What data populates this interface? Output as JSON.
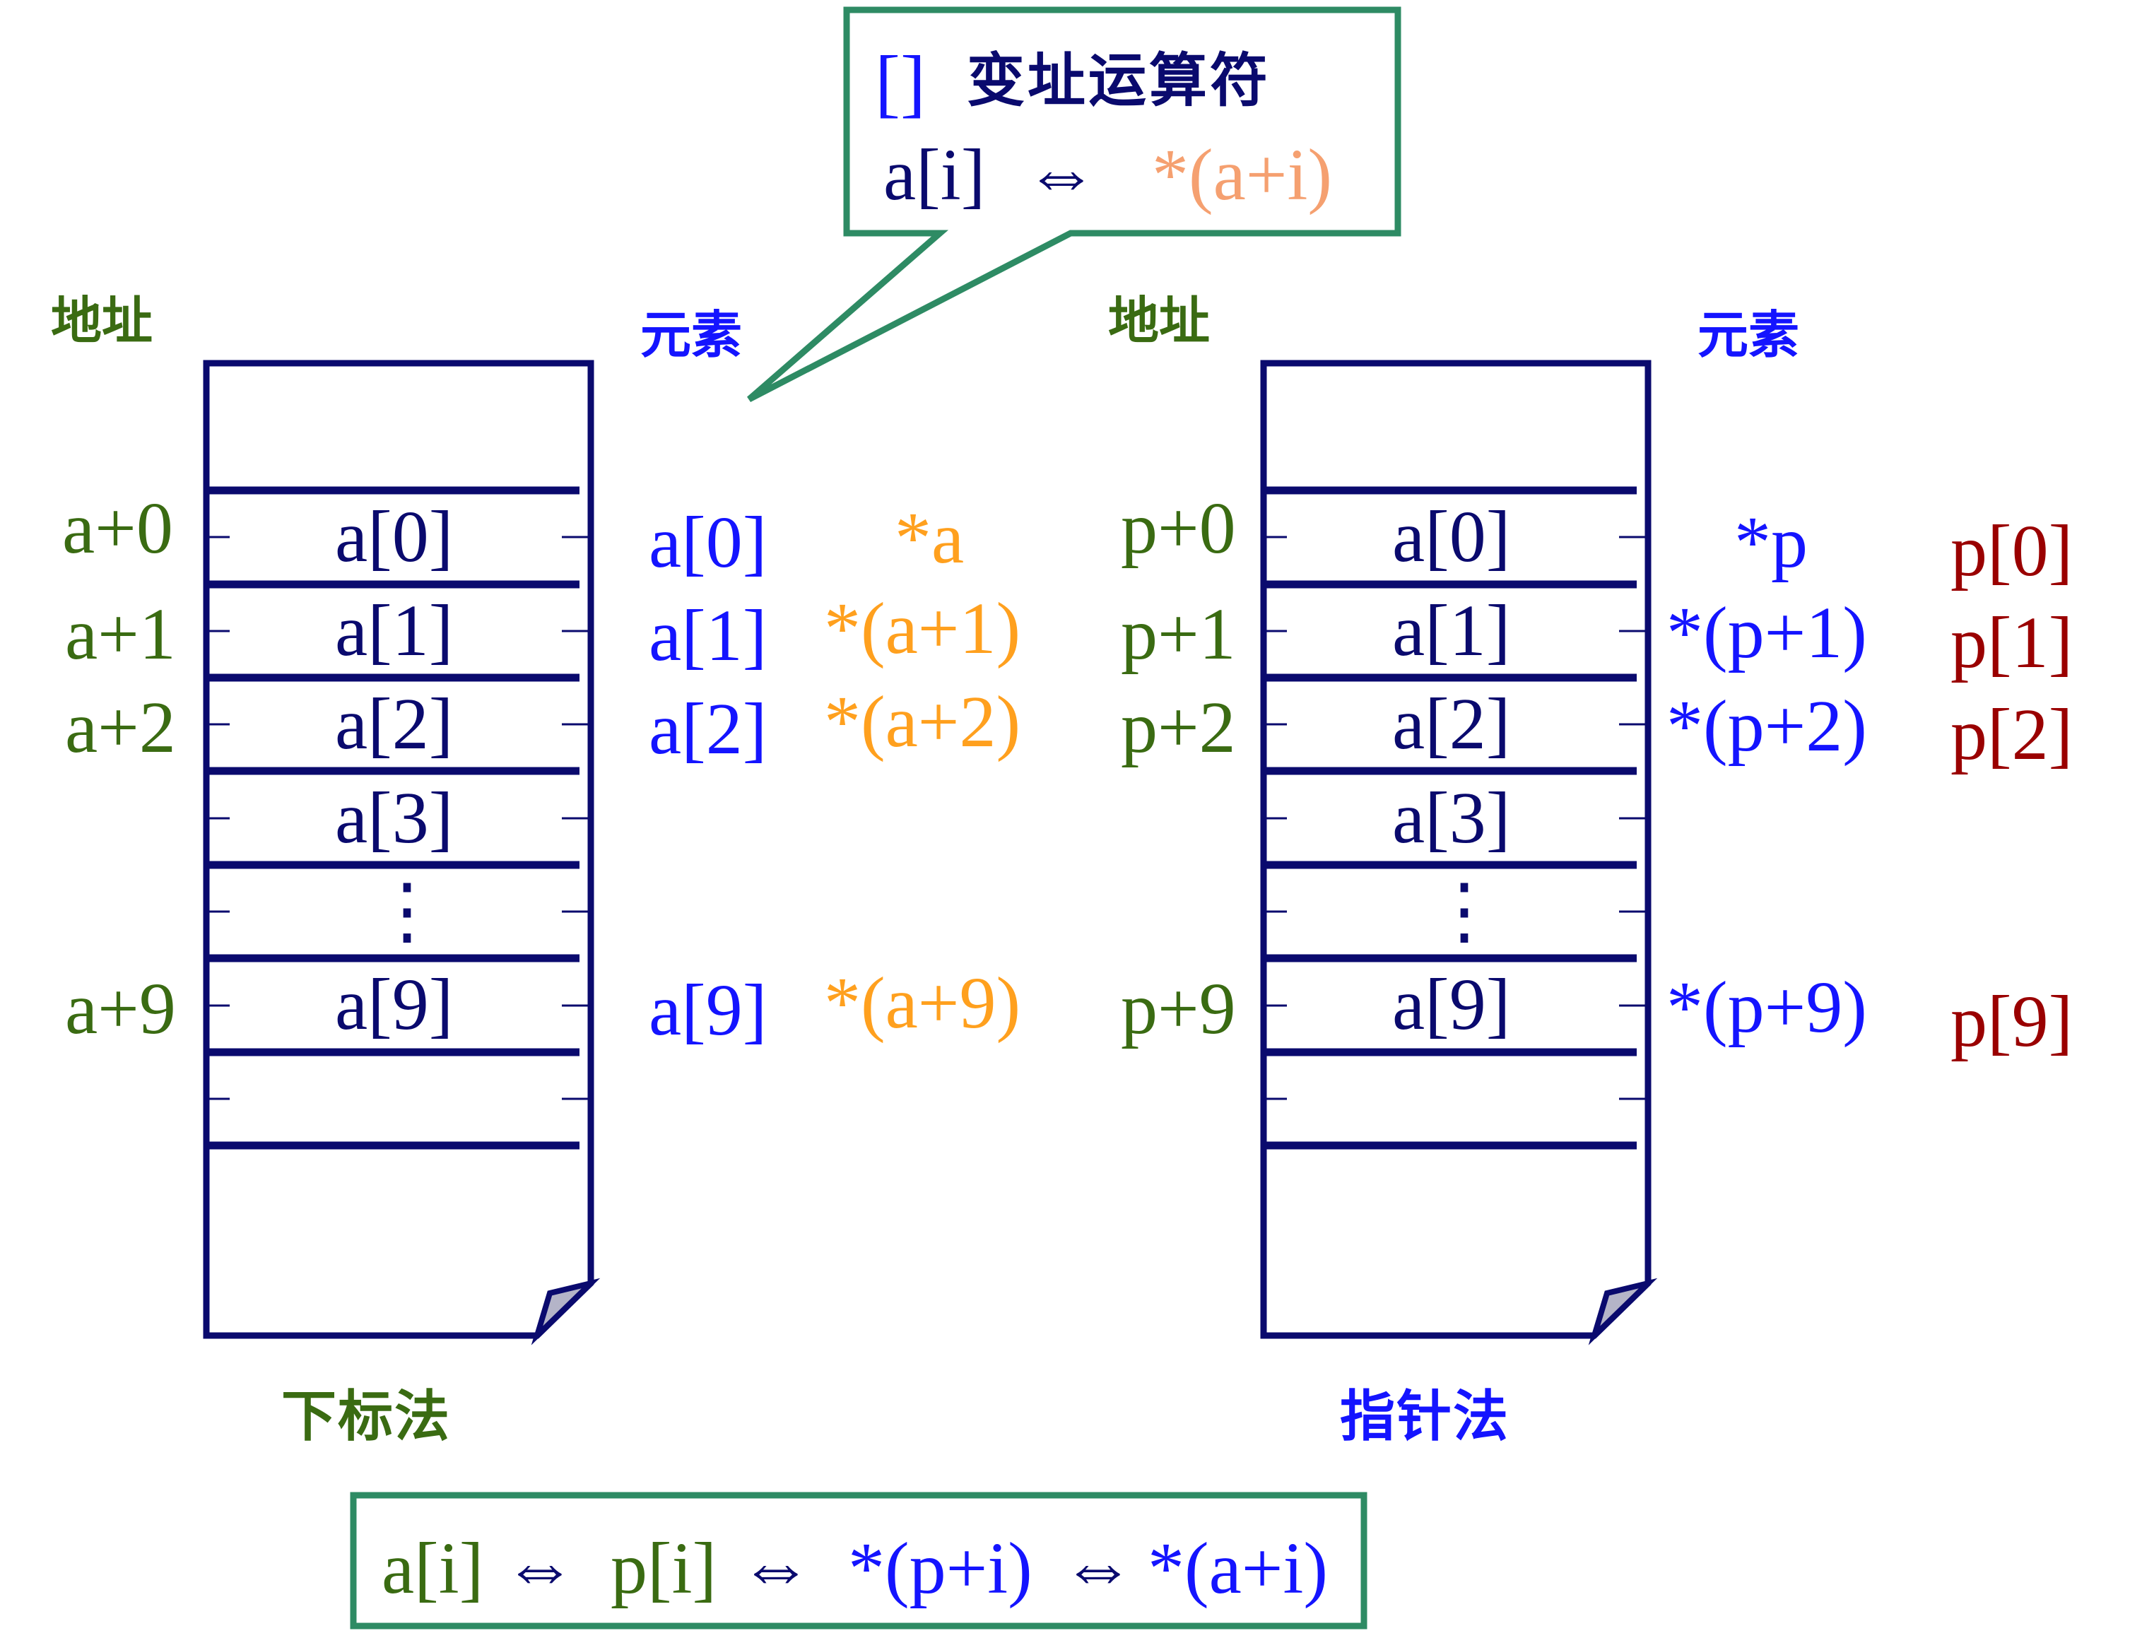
{
  "colors": {
    "navy": "#0a0a6e",
    "green_border": "#2e8b64",
    "address_green": "#3a6b12",
    "blue": "#1414ff",
    "orange": "#ffa01e",
    "salmon": "#f5a070",
    "red": "#9a0000",
    "fold_gray": "#b4b4c8"
  },
  "callout": {
    "operator_symbol": "[]",
    "operator_name": "变址运算符",
    "lhs": "a[i]",
    "arrow": "⇔",
    "rhs": "*(a+i)"
  },
  "left": {
    "address_header": "地址",
    "element_header": "元素",
    "caption": "下标法",
    "cells": [
      "a[0]",
      "a[1]",
      "a[2]",
      "a[3]",
      "⋮",
      "a[9]"
    ],
    "addresses": [
      "a+0",
      "a+1",
      "a+2",
      "a+9"
    ],
    "subscript_labels": [
      "a[0]",
      "a[1]",
      "a[2]",
      "a[9]"
    ],
    "pointer_labels": [
      "*a",
      "*(a+1)",
      "*(a+2)",
      "*(a+9)"
    ]
  },
  "right": {
    "address_header": "地址",
    "element_header": "元素",
    "caption": "指针法",
    "cells": [
      "a[0]",
      "a[1]",
      "a[2]",
      "a[3]",
      "⋮",
      "a[9]"
    ],
    "addresses": [
      "p+0",
      "p+1",
      "p+2",
      "p+9"
    ],
    "pointer_labels": [
      "*p",
      "*(p+1)",
      "*(p+2)",
      "*(p+9)"
    ],
    "subscript_labels": [
      "p[0]",
      "p[1]",
      "p[2]",
      "p[9]"
    ]
  },
  "equivalence": {
    "t1": "a[i]",
    "a1": "⇔",
    "t2": "p[i]",
    "a2": "⇔",
    "t3": "*(p+i)",
    "a3": "⇔",
    "t4": "*(a+i)"
  }
}
